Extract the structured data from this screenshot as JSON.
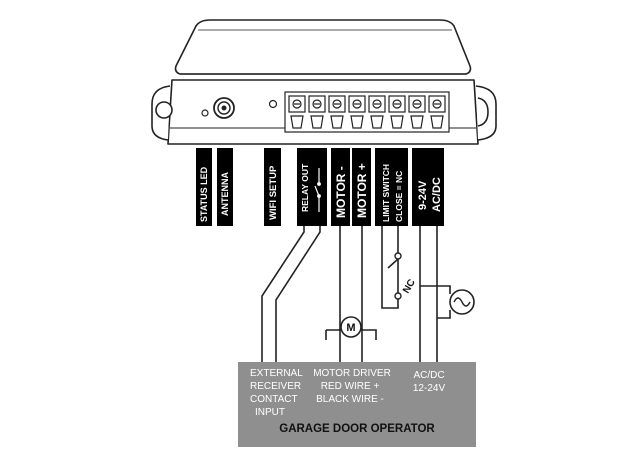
{
  "device": {
    "labels": {
      "status_led": "STATUS LED",
      "antenna": "ANTENNA",
      "wifi_setup": "WIFI SETUP",
      "relay_out": "RELAY OUT",
      "motor_minus": "MOTOR -",
      "motor_plus": "MOTOR +",
      "limit_switch": "LIMIT SWITCH",
      "close_nc": "CLOSE = NC",
      "power_volt": "9-24V",
      "power_type": "AC/DC"
    }
  },
  "wiring": {
    "motor_symbol": "M",
    "switch_label": "NC"
  },
  "operator": {
    "title": "GARAGE DOOR OPERATOR",
    "external": [
      "EXTERNAL",
      "RECEIVER",
      "CONTACT",
      "INPUT"
    ],
    "motor_driver": [
      "MOTOR DRIVER",
      "RED WIRE +",
      "BLACK WIRE -"
    ],
    "power": [
      "AC/DC",
      "12-24V"
    ]
  },
  "colors": {
    "operator_box": "#8f8f8f",
    "label_box": "#000000",
    "wire": "#222222"
  }
}
